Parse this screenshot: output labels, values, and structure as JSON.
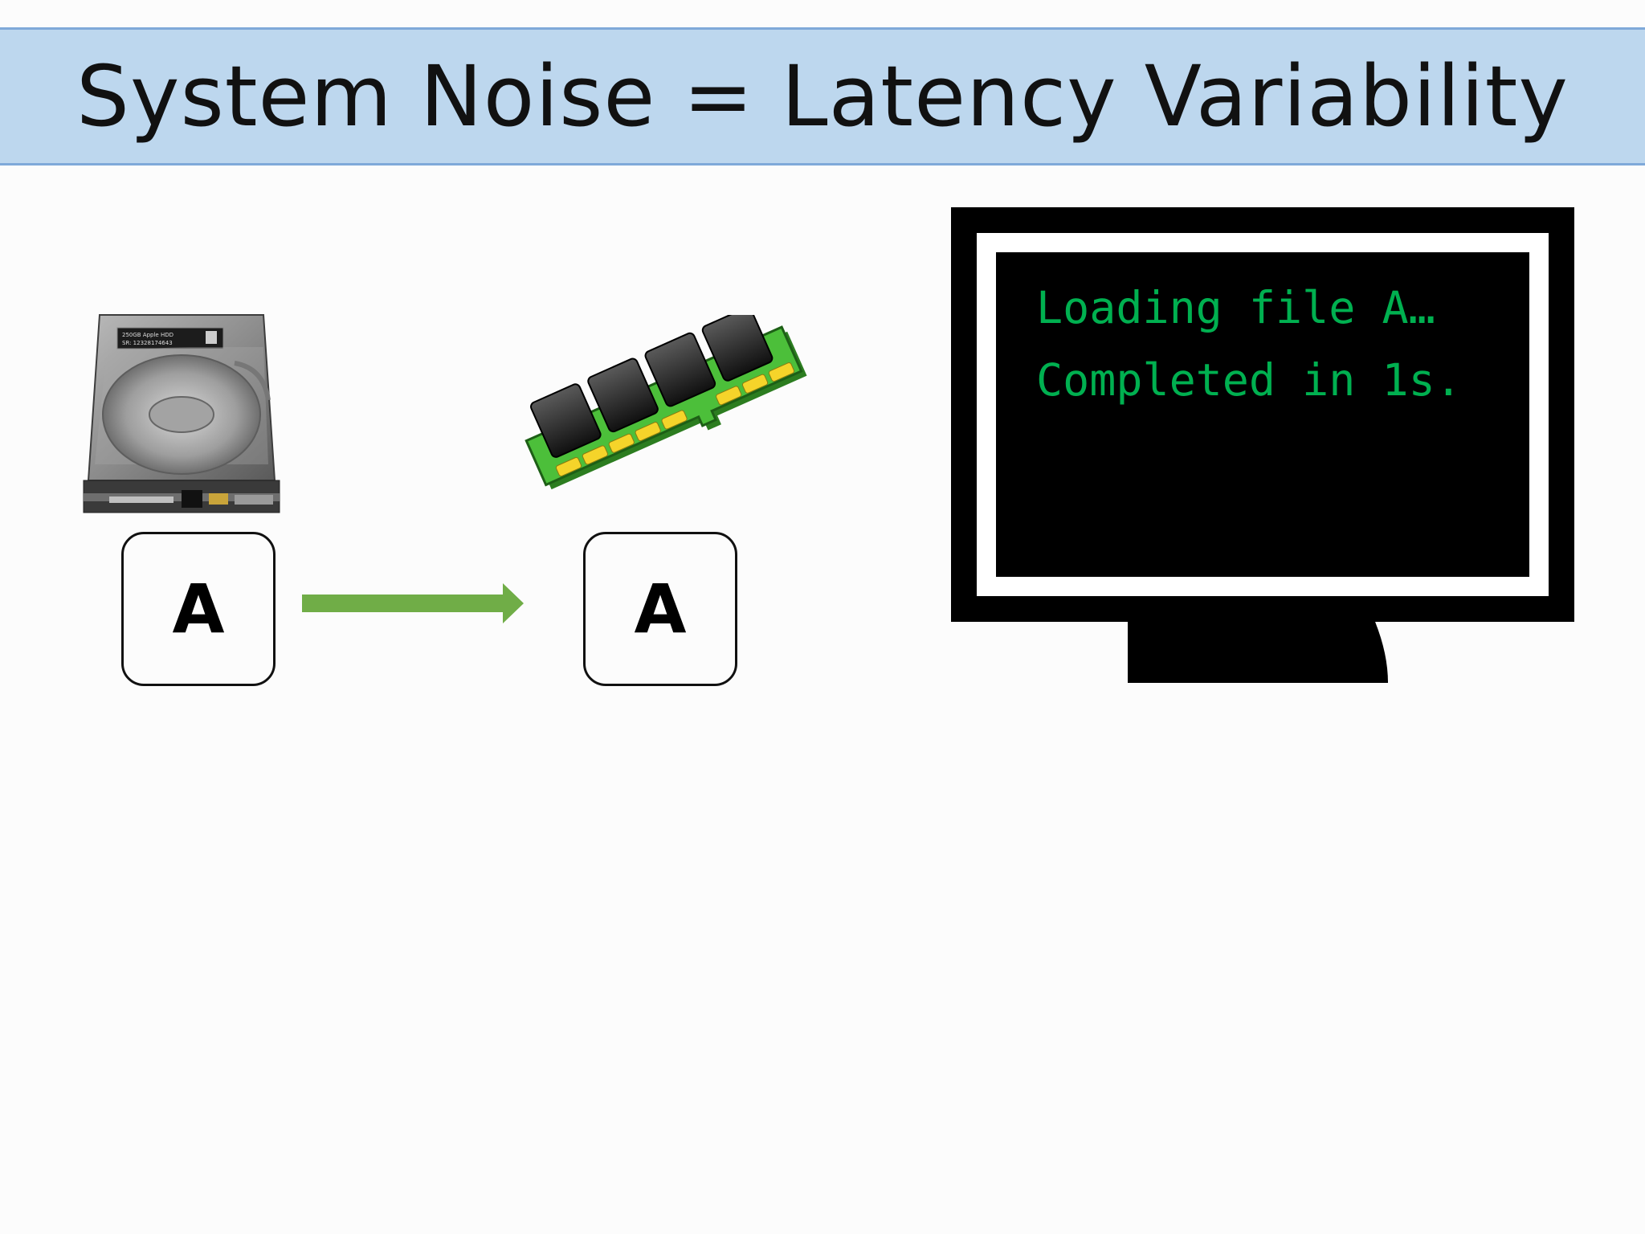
{
  "slide": {
    "title": "System Noise = Latency Variability"
  },
  "diagram": {
    "source_file_label": "A",
    "dest_file_label": "A",
    "hdd_label_line1": "250GB Apple HDD",
    "hdd_label_line2": "SR: 12328174643"
  },
  "terminal": {
    "lines": [
      "Loading file A…",
      "Completed in 1s."
    ]
  },
  "colors": {
    "title_bar": "#bdd7ee",
    "arrow": "#70ad47",
    "terminal_text": "#00b050",
    "ram_board": "#46b83a"
  }
}
